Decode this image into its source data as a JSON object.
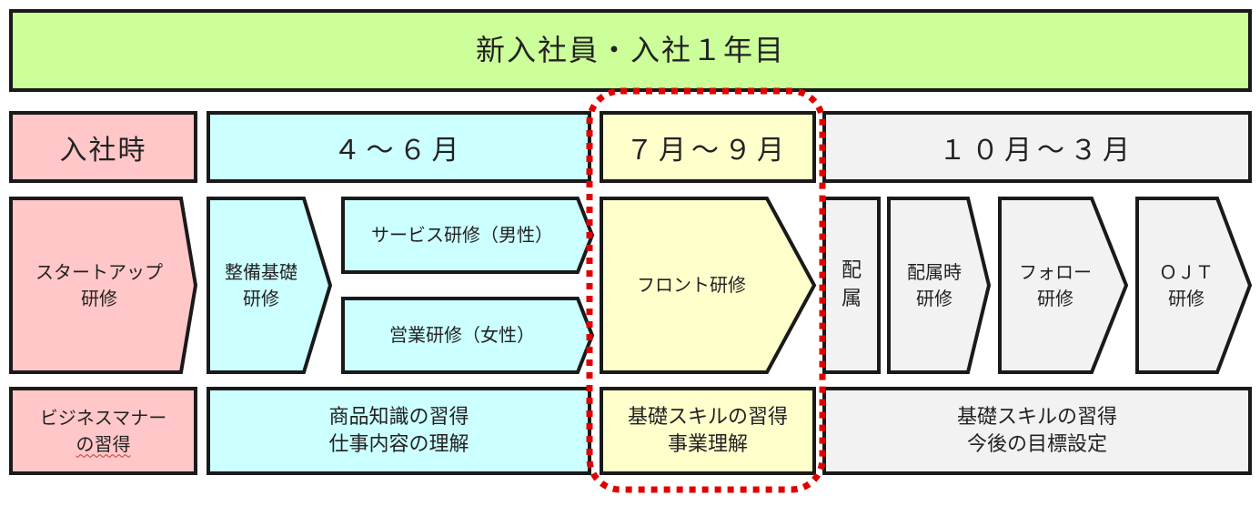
{
  "header": {
    "title": "新入社員・入社１年目"
  },
  "periods": {
    "joining": "入社時",
    "apr_jun": "４～６月",
    "jul_sep": "７月～９月",
    "oct_mar": "１０月～３月"
  },
  "programs": {
    "startup": "スタートアップ\n研修",
    "maintenance": "整備基礎\n研修",
    "service_male": "サービス研修（男性）",
    "sales_female": "営業研修（女性）",
    "front": "フロント研修",
    "assignment": "配\n属",
    "assignment_time": "配属時\n研修",
    "follow_up": "フォロー\n研修",
    "ojt": "ＯＪＴ\n研修"
  },
  "goals": {
    "joining_line1": "ビジネスマナー",
    "joining_line2": "の習得",
    "apr_jun": "商品知識の習得\n仕事内容の理解",
    "jul_sep": "基礎スキルの習得\n事業理解",
    "oct_mar": "基礎スキルの習得\n今後の目標設定"
  },
  "colors": {
    "header_green": "#ccff99",
    "joining_pink": "#ffc7c7",
    "apr_jun_cyan": "#ccffff",
    "jul_sep_yellow": "#ffffcc",
    "oct_mar_gray": "#f2f2f2",
    "highlight_red": "#e00000"
  }
}
